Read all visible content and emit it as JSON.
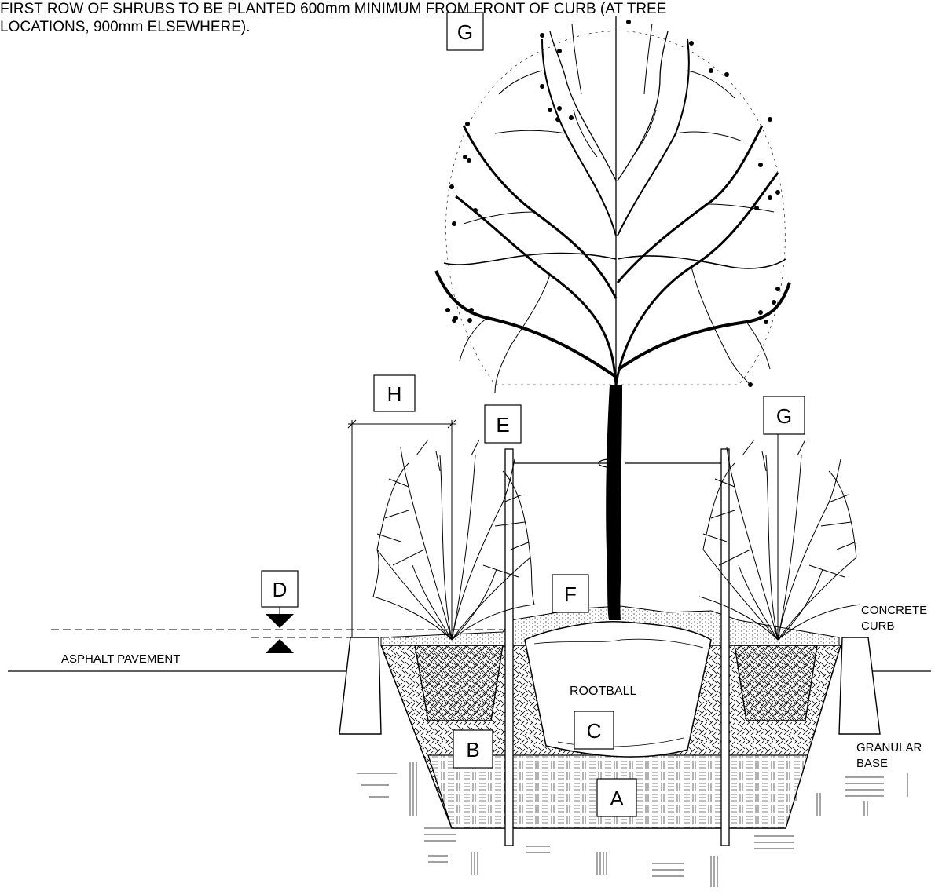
{
  "note": {
    "line1": "FIRST ROW OF SHRUBS TO BE PLANTED 600mm MINIMUM FROM FRONT OF CURB (AT TREE",
    "line2": "LOCATIONS, 900mm ELSEWHERE)."
  },
  "callouts": {
    "a": "A",
    "b": "B",
    "c": "C",
    "d": "D",
    "e": "E",
    "f": "F",
    "g_top": "G",
    "g_right": "G",
    "h": "H"
  },
  "labels": {
    "asphalt_pavement": "ASPHALT PAVEMENT",
    "rootball": "ROOTBALL",
    "concrete_curb": [
      "CONCRETE",
      "CURB"
    ],
    "granular_base": [
      "GRANULAR",
      "BASE"
    ]
  }
}
